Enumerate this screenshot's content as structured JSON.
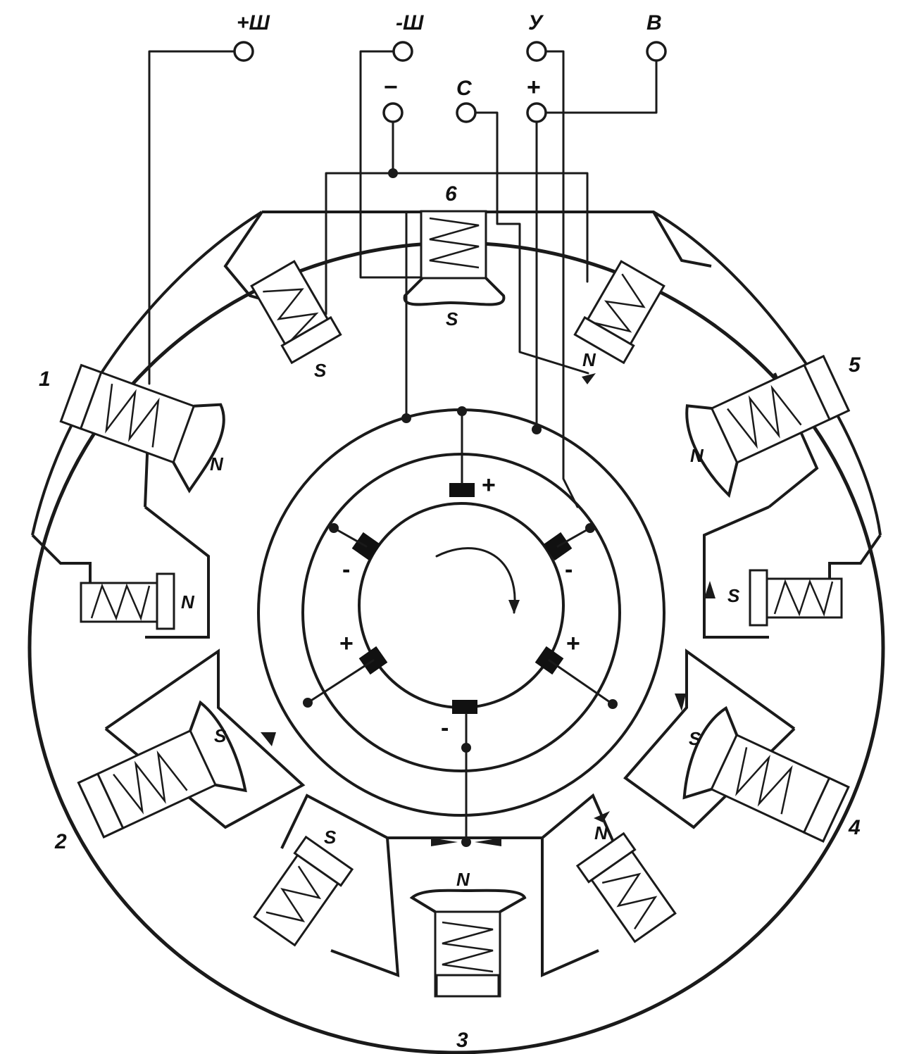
{
  "diagram": {
    "terminals": [
      {
        "id": "plus-sh",
        "label": "+Ш"
      },
      {
        "id": "minus-sh",
        "label": "-Ш"
      },
      {
        "id": "u",
        "label": "У"
      },
      {
        "id": "v",
        "label": "В"
      },
      {
        "id": "minus",
        "label": "−"
      },
      {
        "id": "s",
        "label": "С"
      },
      {
        "id": "plus",
        "label": "+"
      }
    ],
    "coil_numbers": [
      "1",
      "2",
      "3",
      "4",
      "5",
      "6"
    ],
    "pole_labels": {
      "p6": "S",
      "p1": "N",
      "p2": "S",
      "p3": "N",
      "p4": "S",
      "p5": "N",
      "a_upper_left": "S",
      "a_left": "N",
      "a_lower_left": "S",
      "a_lower_right": "N",
      "a_right": "S",
      "a_upper_right": "N"
    },
    "brush_signs": [
      "+",
      "-",
      "-",
      "+",
      "+",
      "-"
    ]
  }
}
